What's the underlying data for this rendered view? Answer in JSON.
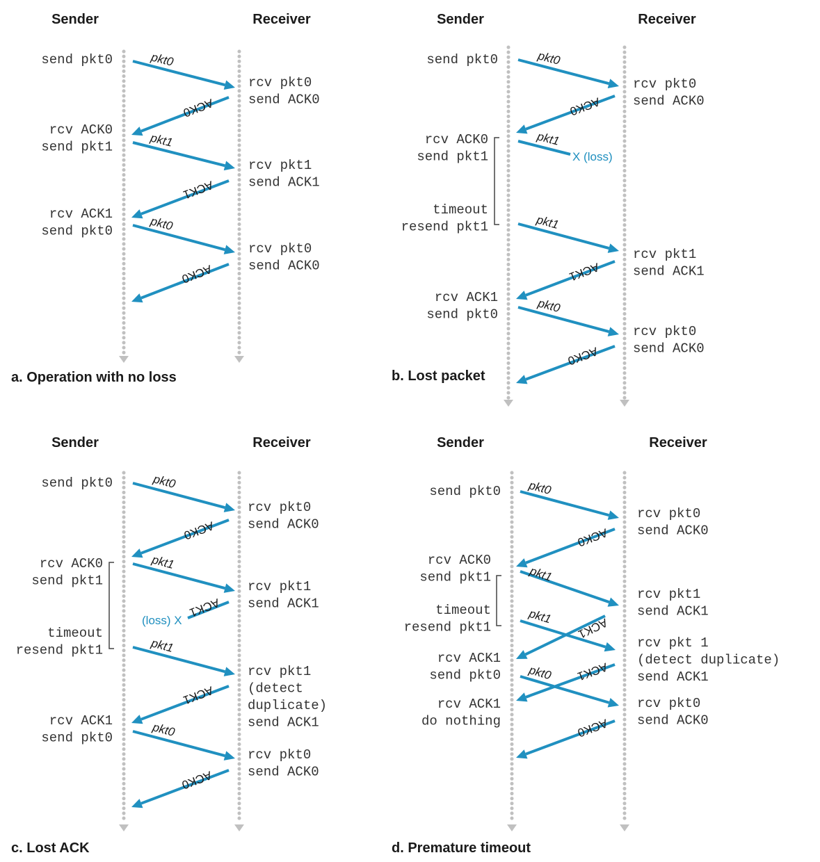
{
  "colors": {
    "arrow": "#2090c0",
    "timeline": "#c0c0c0",
    "loss_text": "#1f8fbf",
    "text": "#1a1a1a"
  },
  "panels": [
    {
      "caption": "a. Operation with no loss",
      "sender_title": "Sender",
      "receiver_title": "Receiver",
      "sender_labels": [
        [
          "send pkt0"
        ],
        [
          "rcv ACK0",
          "send pkt1"
        ],
        [
          "rcv ACK1",
          "send pkt0"
        ]
      ],
      "receiver_labels": [
        [
          "rcv pkt0",
          "send ACK0"
        ],
        [
          "rcv pkt1",
          "send ACK1"
        ],
        [
          "rcv pkt0",
          "send ACK0"
        ]
      ],
      "messages": [
        "pkt0",
        "ACK0",
        "pkt1",
        "ACK1",
        "pkt0",
        "ACK0"
      ]
    },
    {
      "caption": "b. Lost packet",
      "sender_title": "Sender",
      "receiver_title": "Receiver",
      "sender_labels": [
        [
          "send pkt0"
        ],
        [
          "rcv ACK0",
          "send pkt1"
        ],
        [
          "timeout",
          "resend pkt1"
        ],
        [
          "rcv ACK1",
          "send pkt0"
        ]
      ],
      "receiver_labels": [
        [
          "rcv pkt0",
          "send ACK0"
        ],
        [
          "rcv pkt1",
          "send ACK1"
        ],
        [
          "rcv pkt0",
          "send ACK0"
        ]
      ],
      "messages": [
        "pkt0",
        "ACK0",
        "pkt1",
        "pkt1",
        "ACK1",
        "pkt0",
        "ACK0"
      ],
      "loss_label": "X (loss)"
    },
    {
      "caption": "c. Lost ACK",
      "sender_title": "Sender",
      "receiver_title": "Receiver",
      "sender_labels": [
        [
          "send pkt0"
        ],
        [
          "rcv ACK0",
          "send pkt1"
        ],
        [
          "timeout",
          "resend pkt1"
        ],
        [
          "rcv ACK1",
          "send pkt0"
        ]
      ],
      "receiver_labels": [
        [
          "rcv pkt0",
          "send ACK0"
        ],
        [
          "rcv pkt1",
          "send ACK1"
        ],
        [
          "rcv pkt1",
          "(detect",
          "duplicate)",
          "send ACK1"
        ],
        [
          "rcv pkt0",
          "send ACK0"
        ]
      ],
      "messages": [
        "pkt0",
        "ACK0",
        "pkt1",
        "ACK1",
        "pkt1",
        "ACK1",
        "pkt0",
        "ACK0"
      ],
      "loss_label": "(loss) X"
    },
    {
      "caption": "d. Premature timeout",
      "sender_title": "Sender",
      "receiver_title": "Receiver",
      "sender_labels": [
        [
          "send pkt0"
        ],
        [
          "rcv ACK0",
          "send pkt1"
        ],
        [
          "timeout",
          "resend pkt1"
        ],
        [
          "rcv ACK1",
          "send pkt0"
        ],
        [
          "rcv ACK1",
          "do nothing"
        ]
      ],
      "receiver_labels": [
        [
          "rcv pkt0",
          "send ACK0"
        ],
        [
          "rcv pkt1",
          "send ACK1"
        ],
        [
          "rcv pkt 1",
          "(detect duplicate)",
          "send ACK1"
        ],
        [
          "rcv pkt0",
          "send ACK0"
        ]
      ],
      "messages": [
        "pkt0",
        "ACK0",
        "pkt1",
        "pkt1",
        "ACK1",
        "ACK1",
        "pkt0",
        "ACK0"
      ]
    }
  ]
}
